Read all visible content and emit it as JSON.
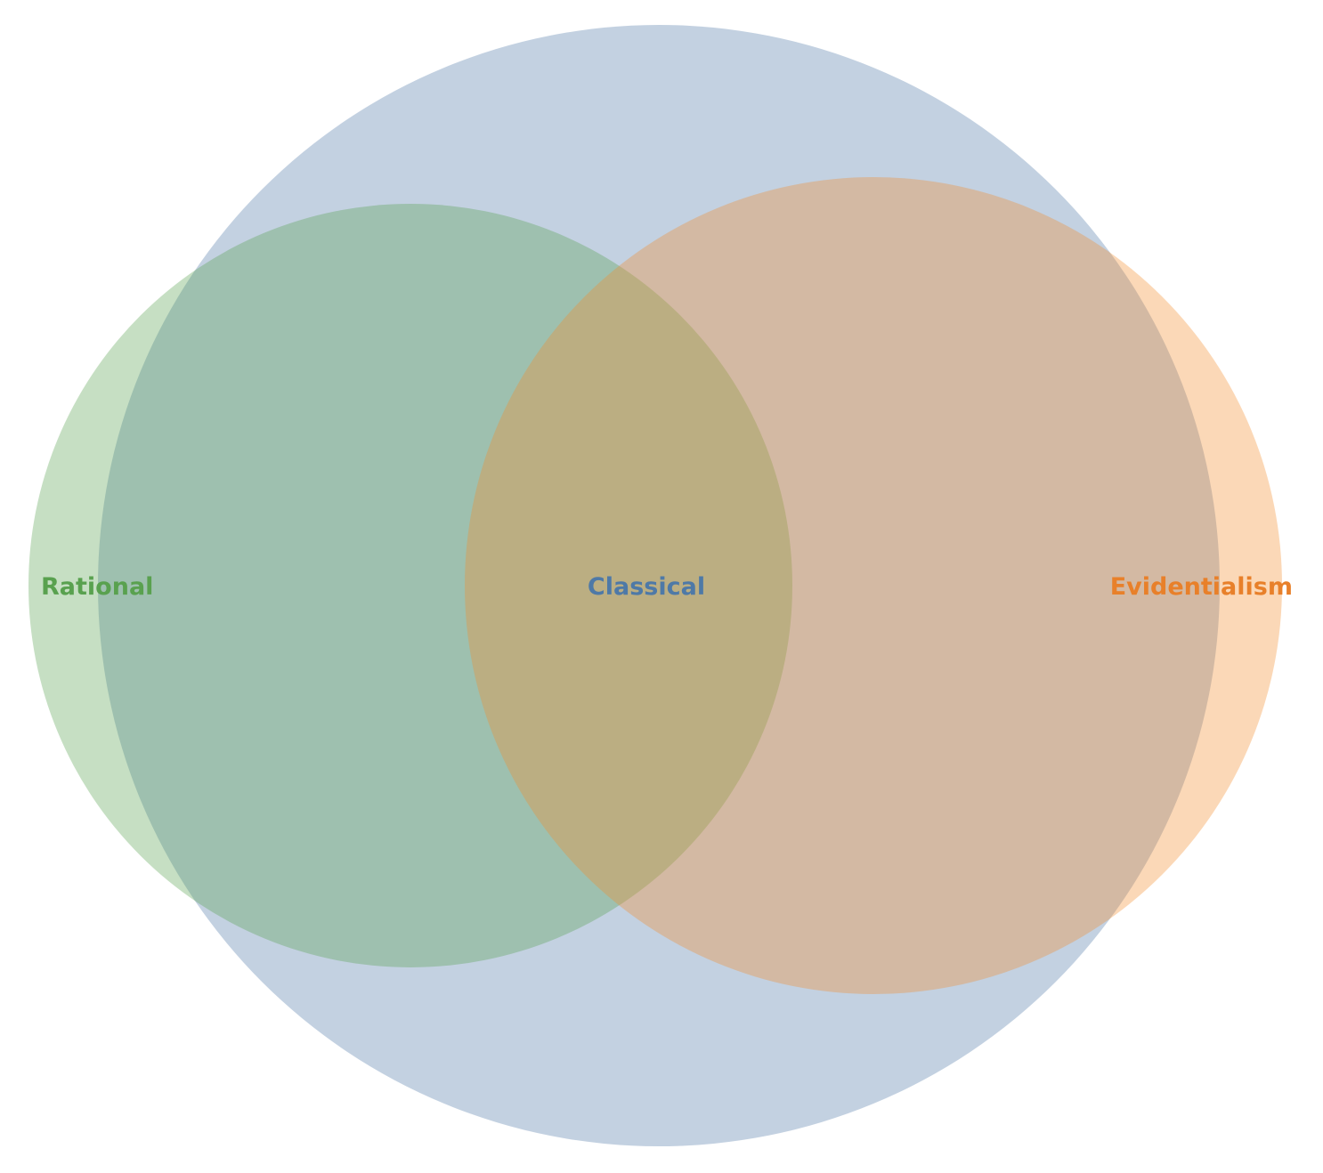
{
  "chart_data": {
    "type": "venn",
    "sets": [
      {
        "id": "classical",
        "label": "Classical",
        "color": "#4e79a7",
        "size": 100
      },
      {
        "id": "rational",
        "label": "Rational",
        "color": "#59a14f",
        "size": 46
      },
      {
        "id": "evidentialism",
        "label": "Evidentialism",
        "color": "#f28e2b",
        "size": 53
      }
    ],
    "overlaps": [
      {
        "sets": [
          "classical",
          "rational"
        ],
        "relation": "mostly-contained"
      },
      {
        "sets": [
          "classical",
          "evidentialism"
        ],
        "relation": "mostly-contained"
      },
      {
        "sets": [
          "rational",
          "evidentialism"
        ],
        "relation": "partial"
      }
    ]
  }
}
